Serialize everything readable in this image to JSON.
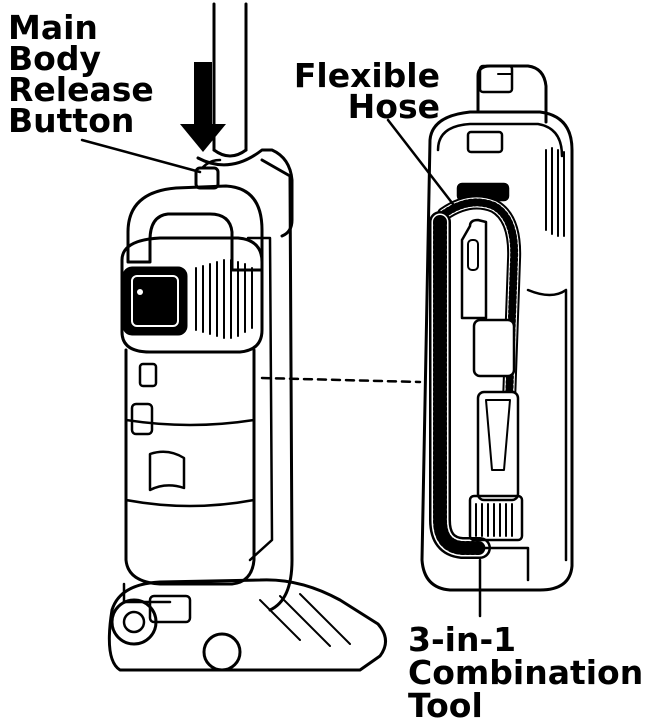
{
  "labels": {
    "release_button": [
      "Main",
      "Body",
      "Release",
      "Button"
    ],
    "flexible_hose": [
      "Flexible",
      "Hose"
    ],
    "combination_tool": [
      "3-in-1",
      "Combination",
      "Tool"
    ]
  },
  "colors": {
    "ink": "#000000",
    "paper": "#ffffff"
  }
}
